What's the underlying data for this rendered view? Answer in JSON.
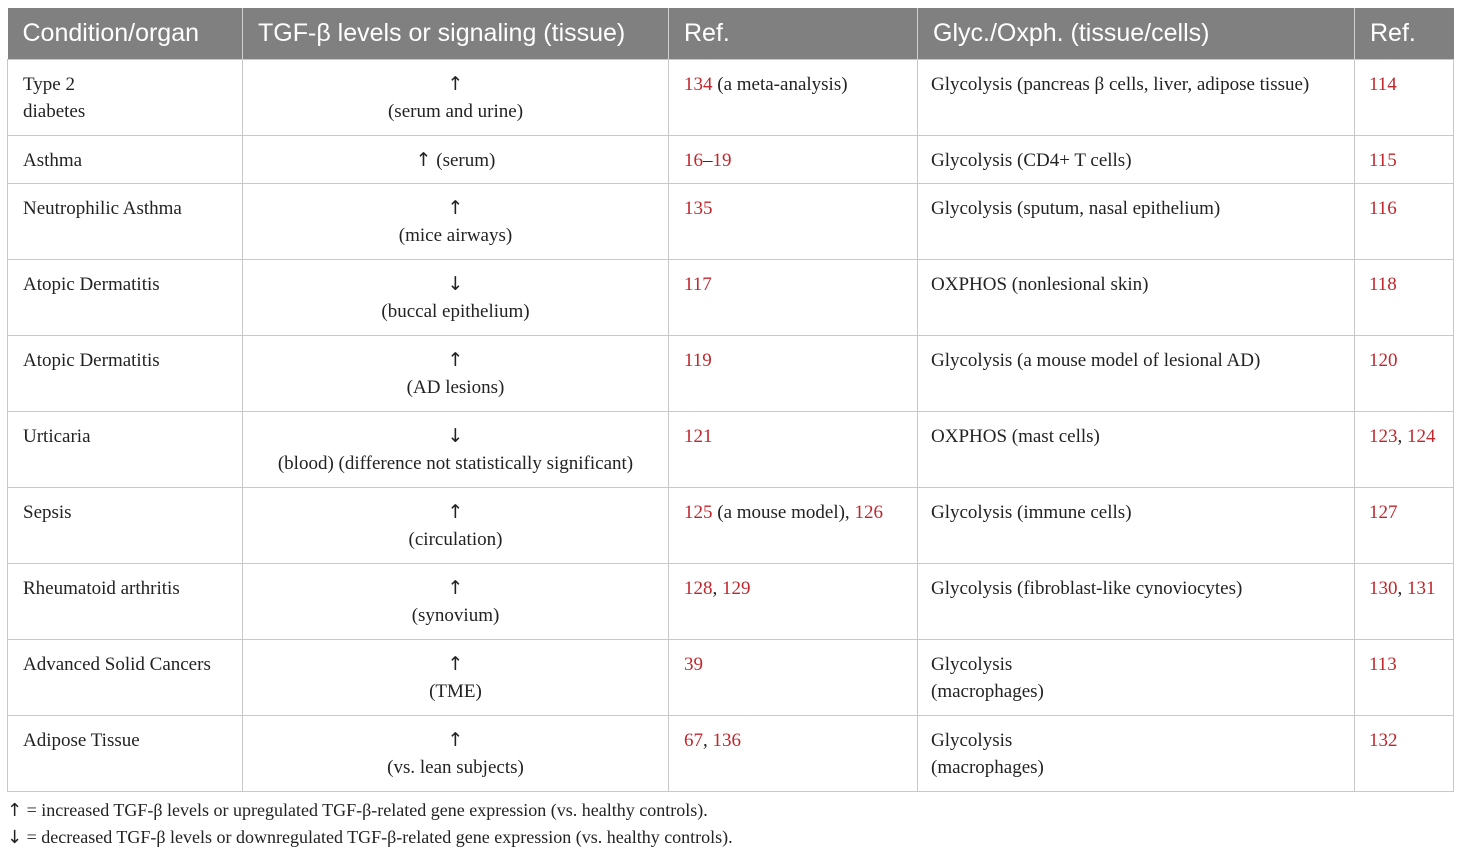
{
  "table": {
    "headers": [
      "Condition/organ",
      "TGF-β levels or signaling (tissue)",
      "Ref.",
      "Glyc./Oxph. (tissue/cells)",
      "Ref."
    ],
    "rows": [
      {
        "condition": [
          "Type 2",
          "diabetes"
        ],
        "arrow": "↑",
        "signal": "(serum and urine)",
        "refs": [
          {
            "text": "134",
            "link": true
          },
          {
            "text": " (a meta-analysis)",
            "link": false
          }
        ],
        "metab": [
          "Glycolysis (pancreas β cells, liver, adipose tissue)"
        ],
        "refs2": [
          {
            "text": "114",
            "link": true
          }
        ]
      },
      {
        "condition": [
          "Asthma"
        ],
        "arrow": "↑",
        "signal": " (serum)",
        "inline": true,
        "refs": [
          {
            "text": "16",
            "link": true
          },
          {
            "text": "–",
            "link": false
          },
          {
            "text": "19",
            "link": true
          }
        ],
        "metab": [
          "Glycolysis (CD4+ T cells)"
        ],
        "refs2": [
          {
            "text": "115",
            "link": true
          }
        ]
      },
      {
        "condition": [
          "Neutrophilic Asthma"
        ],
        "arrow": "↑",
        "signal": "(mice airways)",
        "refs": [
          {
            "text": "135",
            "link": true
          }
        ],
        "metab": [
          "Glycolysis (sputum, nasal epithelium)"
        ],
        "refs2": [
          {
            "text": "116",
            "link": true
          }
        ]
      },
      {
        "condition": [
          "Atopic Dermatitis"
        ],
        "arrow": "↓",
        "signal": "(buccal epithelium)",
        "refs": [
          {
            "text": "117",
            "link": true
          }
        ],
        "metab": [
          "OXPHOS (nonlesional skin)"
        ],
        "refs2": [
          {
            "text": "118",
            "link": true
          }
        ]
      },
      {
        "condition": [
          "Atopic Dermatitis"
        ],
        "arrow": "↑",
        "signal": "(AD lesions)",
        "refs": [
          {
            "text": "119",
            "link": true
          }
        ],
        "metab": [
          "Glycolysis (a mouse model of lesional AD)"
        ],
        "refs2": [
          {
            "text": "120",
            "link": true
          }
        ]
      },
      {
        "condition": [
          "Urticaria"
        ],
        "arrow": "↓",
        "signal": "(blood) (difference not statistically significant)",
        "refs": [
          {
            "text": "121",
            "link": true
          }
        ],
        "metab": [
          "OXPHOS (mast cells)"
        ],
        "refs2": [
          {
            "text": "123",
            "link": true
          },
          {
            "text": ", ",
            "link": false
          },
          {
            "text": "124",
            "link": true
          }
        ]
      },
      {
        "condition": [
          "Sepsis"
        ],
        "arrow": "↑",
        "signal": "(circulation)",
        "refs": [
          {
            "text": "125",
            "link": true
          },
          {
            "text": " (a mouse model), ",
            "link": false
          },
          {
            "text": "126",
            "link": true
          }
        ],
        "metab": [
          "Glycolysis (immune cells)"
        ],
        "refs2": [
          {
            "text": "127",
            "link": true
          }
        ]
      },
      {
        "condition": [
          "Rheumatoid arthritis"
        ],
        "arrow": "↑",
        "signal": "(synovium)",
        "refs": [
          {
            "text": "128",
            "link": true
          },
          {
            "text": ", ",
            "link": false
          },
          {
            "text": "129",
            "link": true
          }
        ],
        "metab": [
          "Glycolysis (fibroblast-like cynoviocytes)"
        ],
        "refs2": [
          {
            "text": "130",
            "link": true
          },
          {
            "text": ", ",
            "link": false
          },
          {
            "text": "131",
            "link": true
          }
        ]
      },
      {
        "condition": [
          "Advanced Solid Cancers"
        ],
        "arrow": "↑",
        "signal": "(TME)",
        "refs": [
          {
            "text": "39",
            "link": true
          }
        ],
        "metab": [
          "Glycolysis",
          "(macrophages)"
        ],
        "refs2": [
          {
            "text": "113",
            "link": true
          }
        ]
      },
      {
        "condition": [
          "Adipose Tissue"
        ],
        "arrow": "↑",
        "signal": "(vs. lean subjects)",
        "refs": [
          {
            "text": "67",
            "link": true
          },
          {
            "text": ", ",
            "link": false
          },
          {
            "text": "136",
            "link": true
          }
        ],
        "metab": [
          "Glycolysis",
          "(macrophages)"
        ],
        "refs2": [
          {
            "text": "132",
            "link": true
          }
        ]
      }
    ]
  },
  "footnotes": [
    {
      "arrow": "↑",
      "text": " = increased TGF-β levels or upregulated TGF-β-related gene expression (vs. healthy controls)."
    },
    {
      "arrow": "↓",
      "text": " = decreased TGF-β levels or downregulated TGF-β-related gene expression (vs. healthy controls)."
    }
  ],
  "colors": {
    "header_bg": "#808080",
    "header_text": "#ffffff",
    "link": "#c0272d",
    "border": "#c8c8c8"
  }
}
